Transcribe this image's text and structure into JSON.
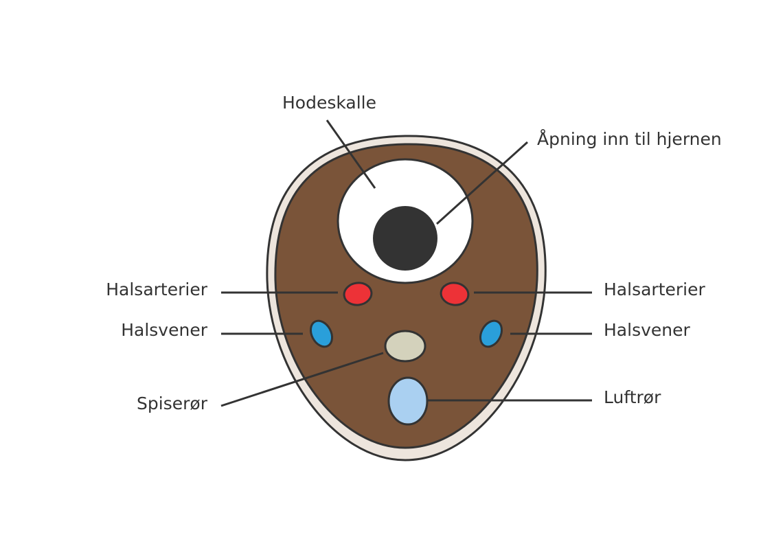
{
  "labels": {
    "skull": "Hodeskalle",
    "brain_opening": "Åpning inn til hjernen",
    "carotid_left": "Halsarterier",
    "carotid_right": "Halsarterier",
    "jugular_left": "Halsvener",
    "jugular_right": "Halsvener",
    "esophagus": "Spiserør",
    "trachea": "Luftrør"
  },
  "colors": {
    "flesh": "#7a5439",
    "outer_ring": "#ede5dd",
    "skull": "#ffffff",
    "brain_opening": "#333333",
    "carotid_arteries": "#ed3237",
    "jugular_veins": "#2a9fda",
    "esophagus": "#d4d2bc",
    "trachea": "#aad0f1",
    "outline": "#333333"
  }
}
